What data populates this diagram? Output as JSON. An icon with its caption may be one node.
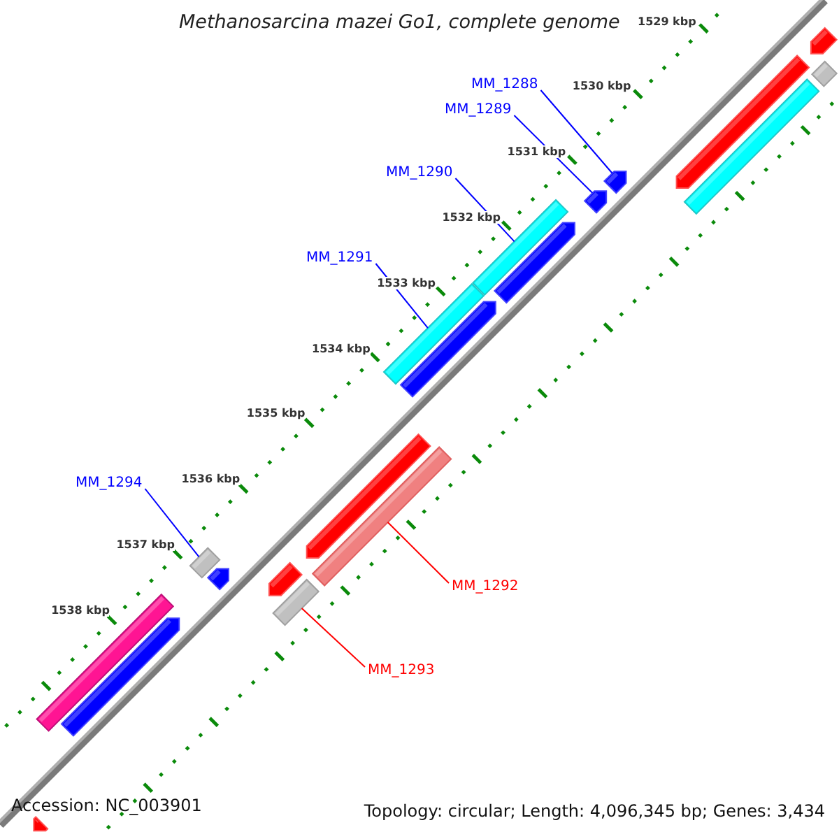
{
  "diagram": {
    "title": "Methanosarcina mazei Go1, complete genome",
    "nodes": [
      {
        "text": [
          "MM_1288"
        ]
      },
      {
        "text": [
          "MM_1289"
        ]
      },
      {
        "text": [
          "MM_1290"
        ]
      },
      {
        "text": [
          "MM_1291"
        ]
      },
      {
        "text": [
          "MM_1294"
        ]
      },
      {
        "text": [
          "MM_1292"
        ]
      },
      {
        "text": [
          "MM_1293"
        ]
      },
      {
        "text": [],
        "shape": "arrow"
      },
      {
        "text": [],
        "shape": "bar"
      },
      {
        "text": [],
        "shape": "arrow"
      },
      {
        "text": [],
        "shape": "bar"
      },
      {
        "text": [],
        "shape": "arrow"
      },
      {
        "text": [],
        "shape": "arrow"
      },
      {
        "text": [],
        "shape": "bar"
      },
      {
        "text": [],
        "shape": "arrow"
      },
      {
        "text": [],
        "shape": "bar"
      },
      {
        "text": [],
        "shape": "arrow"
      },
      {
        "text": [],
        "shape": "arrow"
      },
      {
        "text": [],
        "shape": "bar"
      },
      {
        "text": [],
        "shape": "bar"
      },
      {
        "text": [],
        "shape": "arrow"
      },
      {
        "text": [],
        "shape": "arrow"
      },
      {
        "text": [],
        "shape": "bar"
      },
      {
        "text": [],
        "shape": "bar"
      },
      {
        "text": [],
        "shape": "arrow"
      },
      {
        "text": [],
        "shape": "arrow"
      }
    ],
    "edges": [
      {
        "from": 0,
        "to": 11,
        "arrow": "none"
      },
      {
        "from": 1,
        "to": 12,
        "arrow": "none"
      },
      {
        "from": 2,
        "to": 13,
        "arrow": "none"
      },
      {
        "from": 3,
        "to": 15,
        "arrow": "none"
      },
      {
        "from": 4,
        "to": 19,
        "arrow": "none"
      },
      {
        "from": 5,
        "to": 18,
        "arrow": "none",
        "color": "#ff0000"
      },
      {
        "from": 6,
        "to": 22,
        "arrow": "none",
        "color": "#ff0000"
      }
    ],
    "labels": [
      "1529 kbp",
      "1530 kbp",
      "1531 kbp",
      "1532 kbp",
      "1533 kbp",
      "1534 kbp",
      "1535 kbp",
      "1536 kbp",
      "1537 kbp",
      "1538 kbp",
      "Accession: NC_003901",
      "Topology: circular; Length: 4,096,345 bp; Genes: 3,434"
    ]
  }
}
